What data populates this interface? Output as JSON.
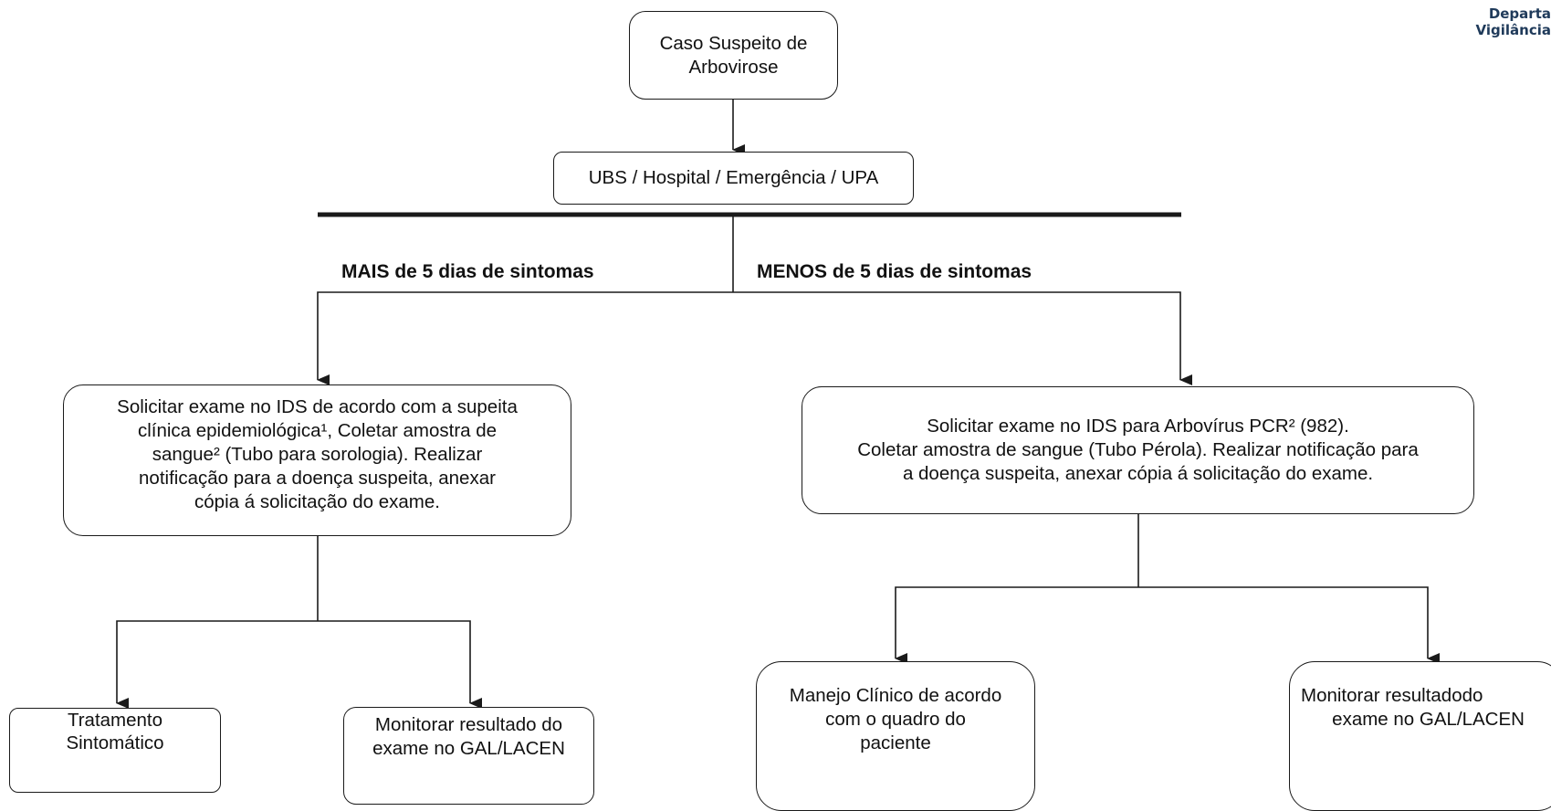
{
  "header": {
    "line1": "Departa",
    "line2": "Vigilância"
  },
  "nodes": {
    "start": "Caso Suspeito de\nArbovirose",
    "ubs": "UBS / Hospital / Emergência / UPA",
    "left_exam": "Solicitar exame no IDS de acordo com a supeita\nclínica epidemiológica¹, Coletar amostra de\nsangue² (Tubo para sorologia). Realizar\nnotificação para a doença suspeita, anexar\ncópia á solicitação do exame.",
    "right_exam": "Solicitar exame no IDS para Arbovírus PCR² (982).\nColetar amostra de sangue (Tubo Pérola). Realizar notificação para\na doença suspeita, anexar cópia á solicitação do exame.",
    "tratamento": "Tratamento\nSintomático",
    "monitor_left": "Monitorar resultado do\nexame no GAL/LACEN",
    "manejo": "Manejo Clínico de acordo\ncom o quadro do\npaciente",
    "monitor_right": "Monitorar resultadodo\n      exame no GAL/LACEN"
  },
  "branches": {
    "mais": "MAIS de 5 dias de sintomas",
    "menos": "MENOS de 5 dias de sintomas"
  },
  "colors": {
    "stroke": "#1a1a1a",
    "header": "#1f3a5a"
  }
}
